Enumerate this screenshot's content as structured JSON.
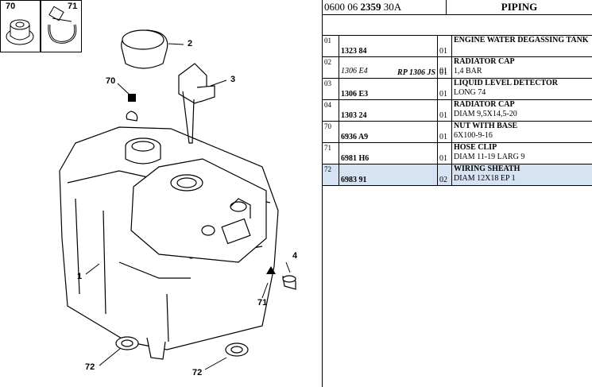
{
  "header": {
    "ref_prefix": "0600 06",
    "ref_bold": "2359",
    "ref_suffix": "30A",
    "title": "PIPING"
  },
  "thumbnails": [
    {
      "number": "70",
      "icon": "nut-with-base-icon"
    },
    {
      "number": "71",
      "icon": "hose-clip-icon"
    }
  ],
  "callouts": [
    "70",
    "2",
    "3",
    "1",
    "4",
    "71",
    "72",
    "72"
  ],
  "rows": [
    {
      "line": "01",
      "ref": "1323 84",
      "qty": "01",
      "desc1": "ENGINE WATER DEGASSING TANK",
      "desc2": ""
    },
    {
      "line": "02",
      "ref": "",
      "alt_ref": "1306 E4",
      "extra_ref": "RP 1306 JS",
      "qty": "",
      "qty_alt": "01",
      "qty_extra": "01",
      "desc1": "RADIATOR CAP",
      "desc2": "1,4 BAR"
    },
    {
      "line": "03",
      "ref": "1306 E3",
      "qty": "01",
      "desc1": "LIQUID LEVEL DETECTOR",
      "desc2": "LONG 74"
    },
    {
      "line": "04",
      "ref": "1303 24",
      "qty": "01",
      "desc1": "RADIATOR CAP",
      "desc2": "DIAM 9,5X14,5-20"
    },
    {
      "line": "70",
      "ref": "6936 A9",
      "qty": "01",
      "desc1": "NUT WITH BASE",
      "desc2": "6X100-9-16"
    },
    {
      "line": "71",
      "ref": "6981 H6",
      "qty": "01",
      "desc1": "HOSE CLIP",
      "desc2": "DIAM 11-19 LARG 9"
    },
    {
      "line": "72",
      "ref": "6983 91",
      "qty": "02",
      "desc1": "WIRING SHEATH",
      "desc2": "DIAM 12X18 EP 1",
      "selected": true
    }
  ]
}
